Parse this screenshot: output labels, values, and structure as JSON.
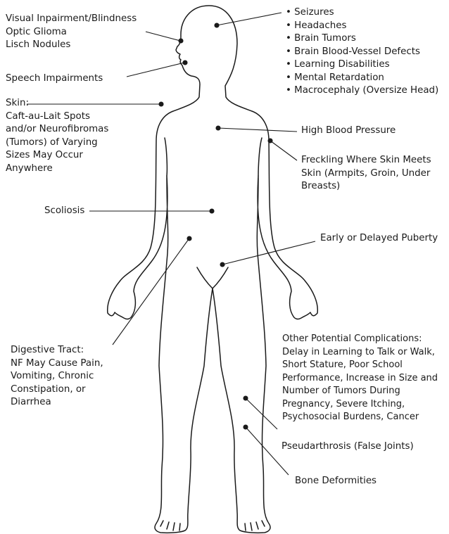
{
  "colors": {
    "ink": "#1a1a1a",
    "background": "#ffffff"
  },
  "figure_icon": "human-body-outline-front",
  "labels": {
    "eyes": [
      "Visual Inpairment/Blindness",
      "Optic Glioma",
      "Lisch Nodules"
    ],
    "speech": [
      "Speech Impairments"
    ],
    "skin": [
      "Skin:",
      "Caft-au-Lait Spots",
      "and/or Neurofibromas",
      "(Tumors) of Varying",
      "Sizes May Occur",
      "Anywhere"
    ],
    "brain": [
      "• Seizures",
      "• Headaches",
      "• Brain Tumors",
      "• Brain Blood-Vessel Defects",
      "• Learning Disabilities",
      "• Mental Retardation",
      "• Macrocephaly (Oversize Head)"
    ],
    "blood_pressure": [
      "High Blood Pressure"
    ],
    "freckling": [
      "Freckling Where Skin Meets",
      "Skin (Armpits, Groin, Under",
      "Breasts)"
    ],
    "scoliosis": [
      "Scoliosis"
    ],
    "puberty": [
      "Early or Delayed Puberty"
    ],
    "digestive": [
      "Digestive Tract:",
      "NF May Cause Pain,",
      "Vomiting, Chronic",
      "Constipation, or",
      "Diarrhea"
    ],
    "other": [
      "Other Potential Complications:",
      "Delay in Learning to Talk or Walk,",
      "Short Stature, Poor School",
      "Performance, Increase in Size and",
      "Number of Tumors During",
      "Pregnancy, Severe Itching,",
      "Psychosocial Burdens, Cancer"
    ],
    "pseudarthrosis": [
      "Pseudarthrosis (False Joints)"
    ],
    "bone": [
      "Bone Deformities"
    ]
  }
}
